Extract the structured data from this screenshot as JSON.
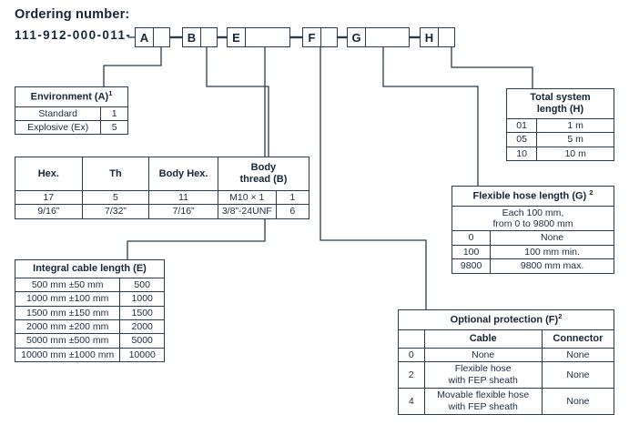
{
  "heading": "Ordering number:",
  "order_code": "111-912-000-011-",
  "code_boxes": [
    {
      "letter": "A",
      "name": "code-box-a"
    },
    {
      "letter": "B",
      "name": "code-box-b"
    },
    {
      "letter": "E",
      "name": "code-box-e"
    },
    {
      "letter": "F",
      "name": "code-box-f"
    },
    {
      "letter": "G",
      "name": "code-box-g"
    },
    {
      "letter": "H",
      "name": "code-box-h"
    }
  ],
  "environment": {
    "title": "Environment (A)",
    "footnote": "1",
    "rows": [
      {
        "label": "Standard",
        "code": "1"
      },
      {
        "label": "Explosive (Ex)",
        "code": "5"
      }
    ]
  },
  "body_thread": {
    "headers": [
      "Hex.",
      "Th",
      "Body Hex.",
      "Body thread (B)"
    ],
    "header_line1": "Body",
    "header_line2": "thread (B)",
    "rows": [
      {
        "hex": "17",
        "th": "5",
        "body_hex": "11",
        "thread": "M10 × 1",
        "code": "1"
      },
      {
        "hex": "9/16”",
        "th": "7/32”",
        "body_hex": "7/16”",
        "thread": "3/8”-24UNF",
        "code": "6"
      }
    ]
  },
  "integral_cable": {
    "title": "Integral cable length (E)",
    "rows": [
      {
        "label": "500 mm ±50 mm",
        "code": "500"
      },
      {
        "label": "1000 mm ±100 mm",
        "code": "1000"
      },
      {
        "label": "1500 mm ±150 mm",
        "code": "1500"
      },
      {
        "label": "2000 mm ±200 mm",
        "code": "2000"
      },
      {
        "label": "5000 mm ±500 mm",
        "code": "5000"
      },
      {
        "label": "10000 mm ±1000 mm",
        "code": "10000"
      }
    ]
  },
  "total_system": {
    "title_line1": "Total system",
    "title_line2": "length (H)",
    "rows": [
      {
        "code": "01",
        "label": "1 m"
      },
      {
        "code": "05",
        "label": "5 m"
      },
      {
        "code": "10",
        "label": "10 m"
      }
    ]
  },
  "flexible_hose": {
    "title": "Flexible hose length (G)",
    "footnote": "2",
    "note_line1": "Each 100 mm,",
    "note_line2": "from 0 to 9800 mm",
    "rows": [
      {
        "code": "0",
        "label": "None"
      },
      {
        "code": "100",
        "label": "100 mm min."
      },
      {
        "code": "9800",
        "label": "9800 mm max."
      }
    ]
  },
  "optional_protection": {
    "title": "Optional protection (F)",
    "footnote": "2",
    "headers": [
      "",
      "Cable",
      "Connector"
    ],
    "rows": [
      {
        "code": "0",
        "cable": "None",
        "cable_line1": "None",
        "cable_line2": "",
        "connector": "None"
      },
      {
        "code": "2",
        "cable": "Flexible hose with FEP sheath",
        "cable_line1": "Flexible hose",
        "cable_line2": "with FEP sheath",
        "connector": "None"
      },
      {
        "code": "4",
        "cable": "Movable flexible hose with FEP sheath",
        "cable_line1": "Movable flexible hose",
        "cable_line2": "with FEP sheath",
        "connector": "None"
      }
    ]
  },
  "colors": {
    "line": "#2b3b4e",
    "text": "#1b2b40",
    "heading": "#152537",
    "background": "#ffffff"
  }
}
